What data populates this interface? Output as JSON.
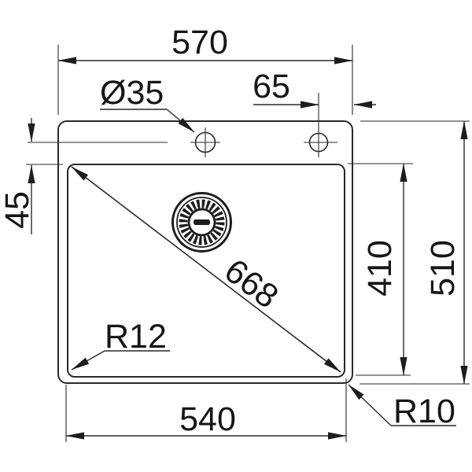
{
  "drawing": {
    "labels": {
      "overall_width": "570",
      "tap_hole_offset": "65",
      "tap_hole_diameter": "Ø35",
      "tap_hole_to_bowl": "45",
      "bowl_diagonal": "668",
      "bowl_length": "410",
      "overall_length": "510",
      "bowl_corner_radius": "R12",
      "rim_corner_radius": "R10",
      "bowl_width": "540"
    },
    "colors": {
      "line": "#2a2a2a",
      "text": "#161616",
      "background": "#ffffff"
    }
  }
}
